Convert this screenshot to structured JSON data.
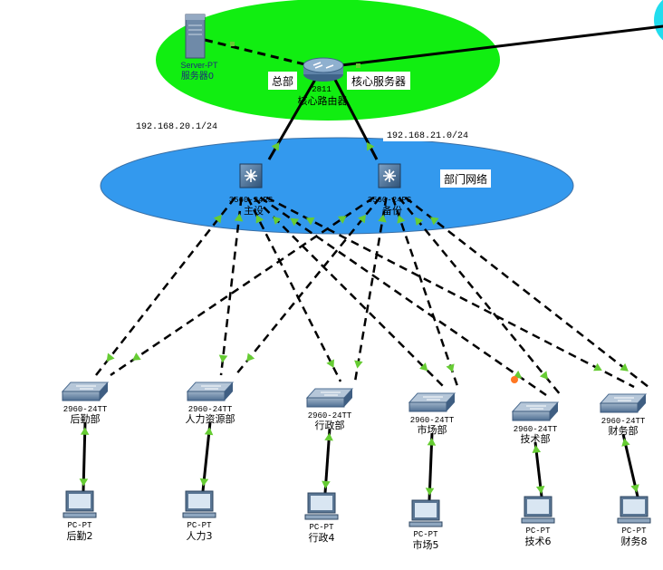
{
  "colors": {
    "core_zone": "#11ee11",
    "dept_zone": "#3399ee",
    "link": "#000000",
    "link_up": "#66cc33",
    "link_warn": "#ff7722",
    "cloud": "#22ddee"
  },
  "core": {
    "server": {
      "model": "Server-PT",
      "name": "服务器0",
      "icon": "server-icon"
    },
    "router": {
      "model": "2811",
      "name": "核心路由器",
      "icon": "router-icon"
    },
    "label_left": "总部",
    "label_right": "核心服务器"
  },
  "ip_left": "192.168.20.1/24",
  "ip_right": "192.168.21.0/24",
  "zone_label": "部门网络",
  "distribution": [
    {
      "model": "3560-24PS",
      "name": "主设",
      "icon": "multilayer-switch-icon"
    },
    {
      "model": "3560-24PS",
      "name": "备份",
      "icon": "multilayer-switch-icon"
    }
  ],
  "access_switches": [
    {
      "model": "2960-24TT",
      "name": "后勤部"
    },
    {
      "model": "2960-24TT",
      "name": "人力资源部"
    },
    {
      "model": "2960-24TT",
      "name": "行政部"
    },
    {
      "model": "2960-24TT",
      "name": "市场部"
    },
    {
      "model": "2960-24TT",
      "name": "技术部"
    },
    {
      "model": "2960-24TT",
      "name": "财务部"
    }
  ],
  "pcs": [
    {
      "model": "PC-PT",
      "name": "后勤2"
    },
    {
      "model": "PC-PT",
      "name": "人力3"
    },
    {
      "model": "PC-PT",
      "name": "行政4"
    },
    {
      "model": "PC-PT",
      "name": "市场5"
    },
    {
      "model": "PC-PT",
      "name": "技术6"
    },
    {
      "model": "PC-PT",
      "name": "财务8"
    }
  ]
}
